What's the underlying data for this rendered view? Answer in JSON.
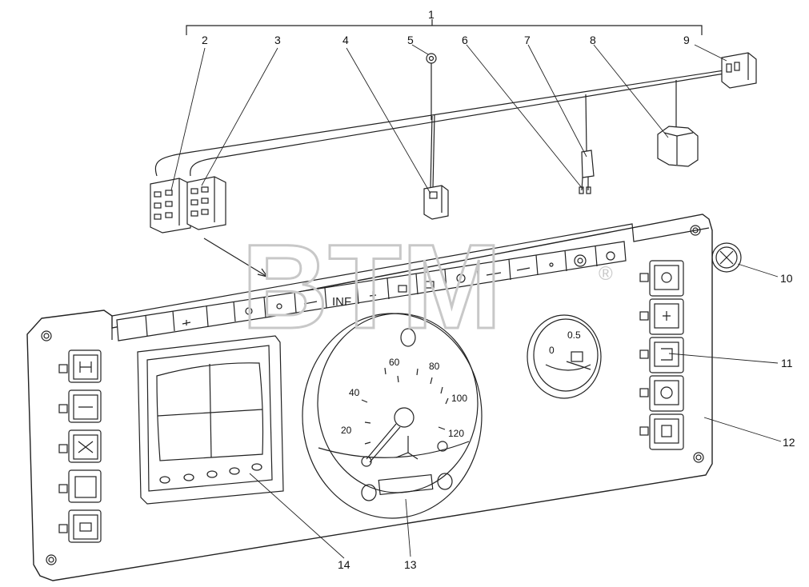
{
  "callouts": {
    "c1": "1",
    "c2": "2",
    "c3": "3",
    "c4": "4",
    "c5": "5",
    "c6": "6",
    "c7": "7",
    "c8": "8",
    "c9": "9",
    "c10": "10",
    "c11": "11",
    "c12": "12",
    "c13": "13",
    "c14": "14"
  },
  "speedometer": {
    "scale": [
      "20",
      "40",
      "60",
      "80",
      "100",
      "120"
    ]
  },
  "fuel_gauge": {
    "scale": [
      "0",
      "0.5"
    ]
  },
  "indicator_strip": {
    "inf_label": "INF"
  },
  "watermark": {
    "text": "BTM",
    "mark": "®"
  },
  "colors": {
    "line": "#222222",
    "watermark": "#c8c8c8",
    "background": "#ffffff"
  }
}
